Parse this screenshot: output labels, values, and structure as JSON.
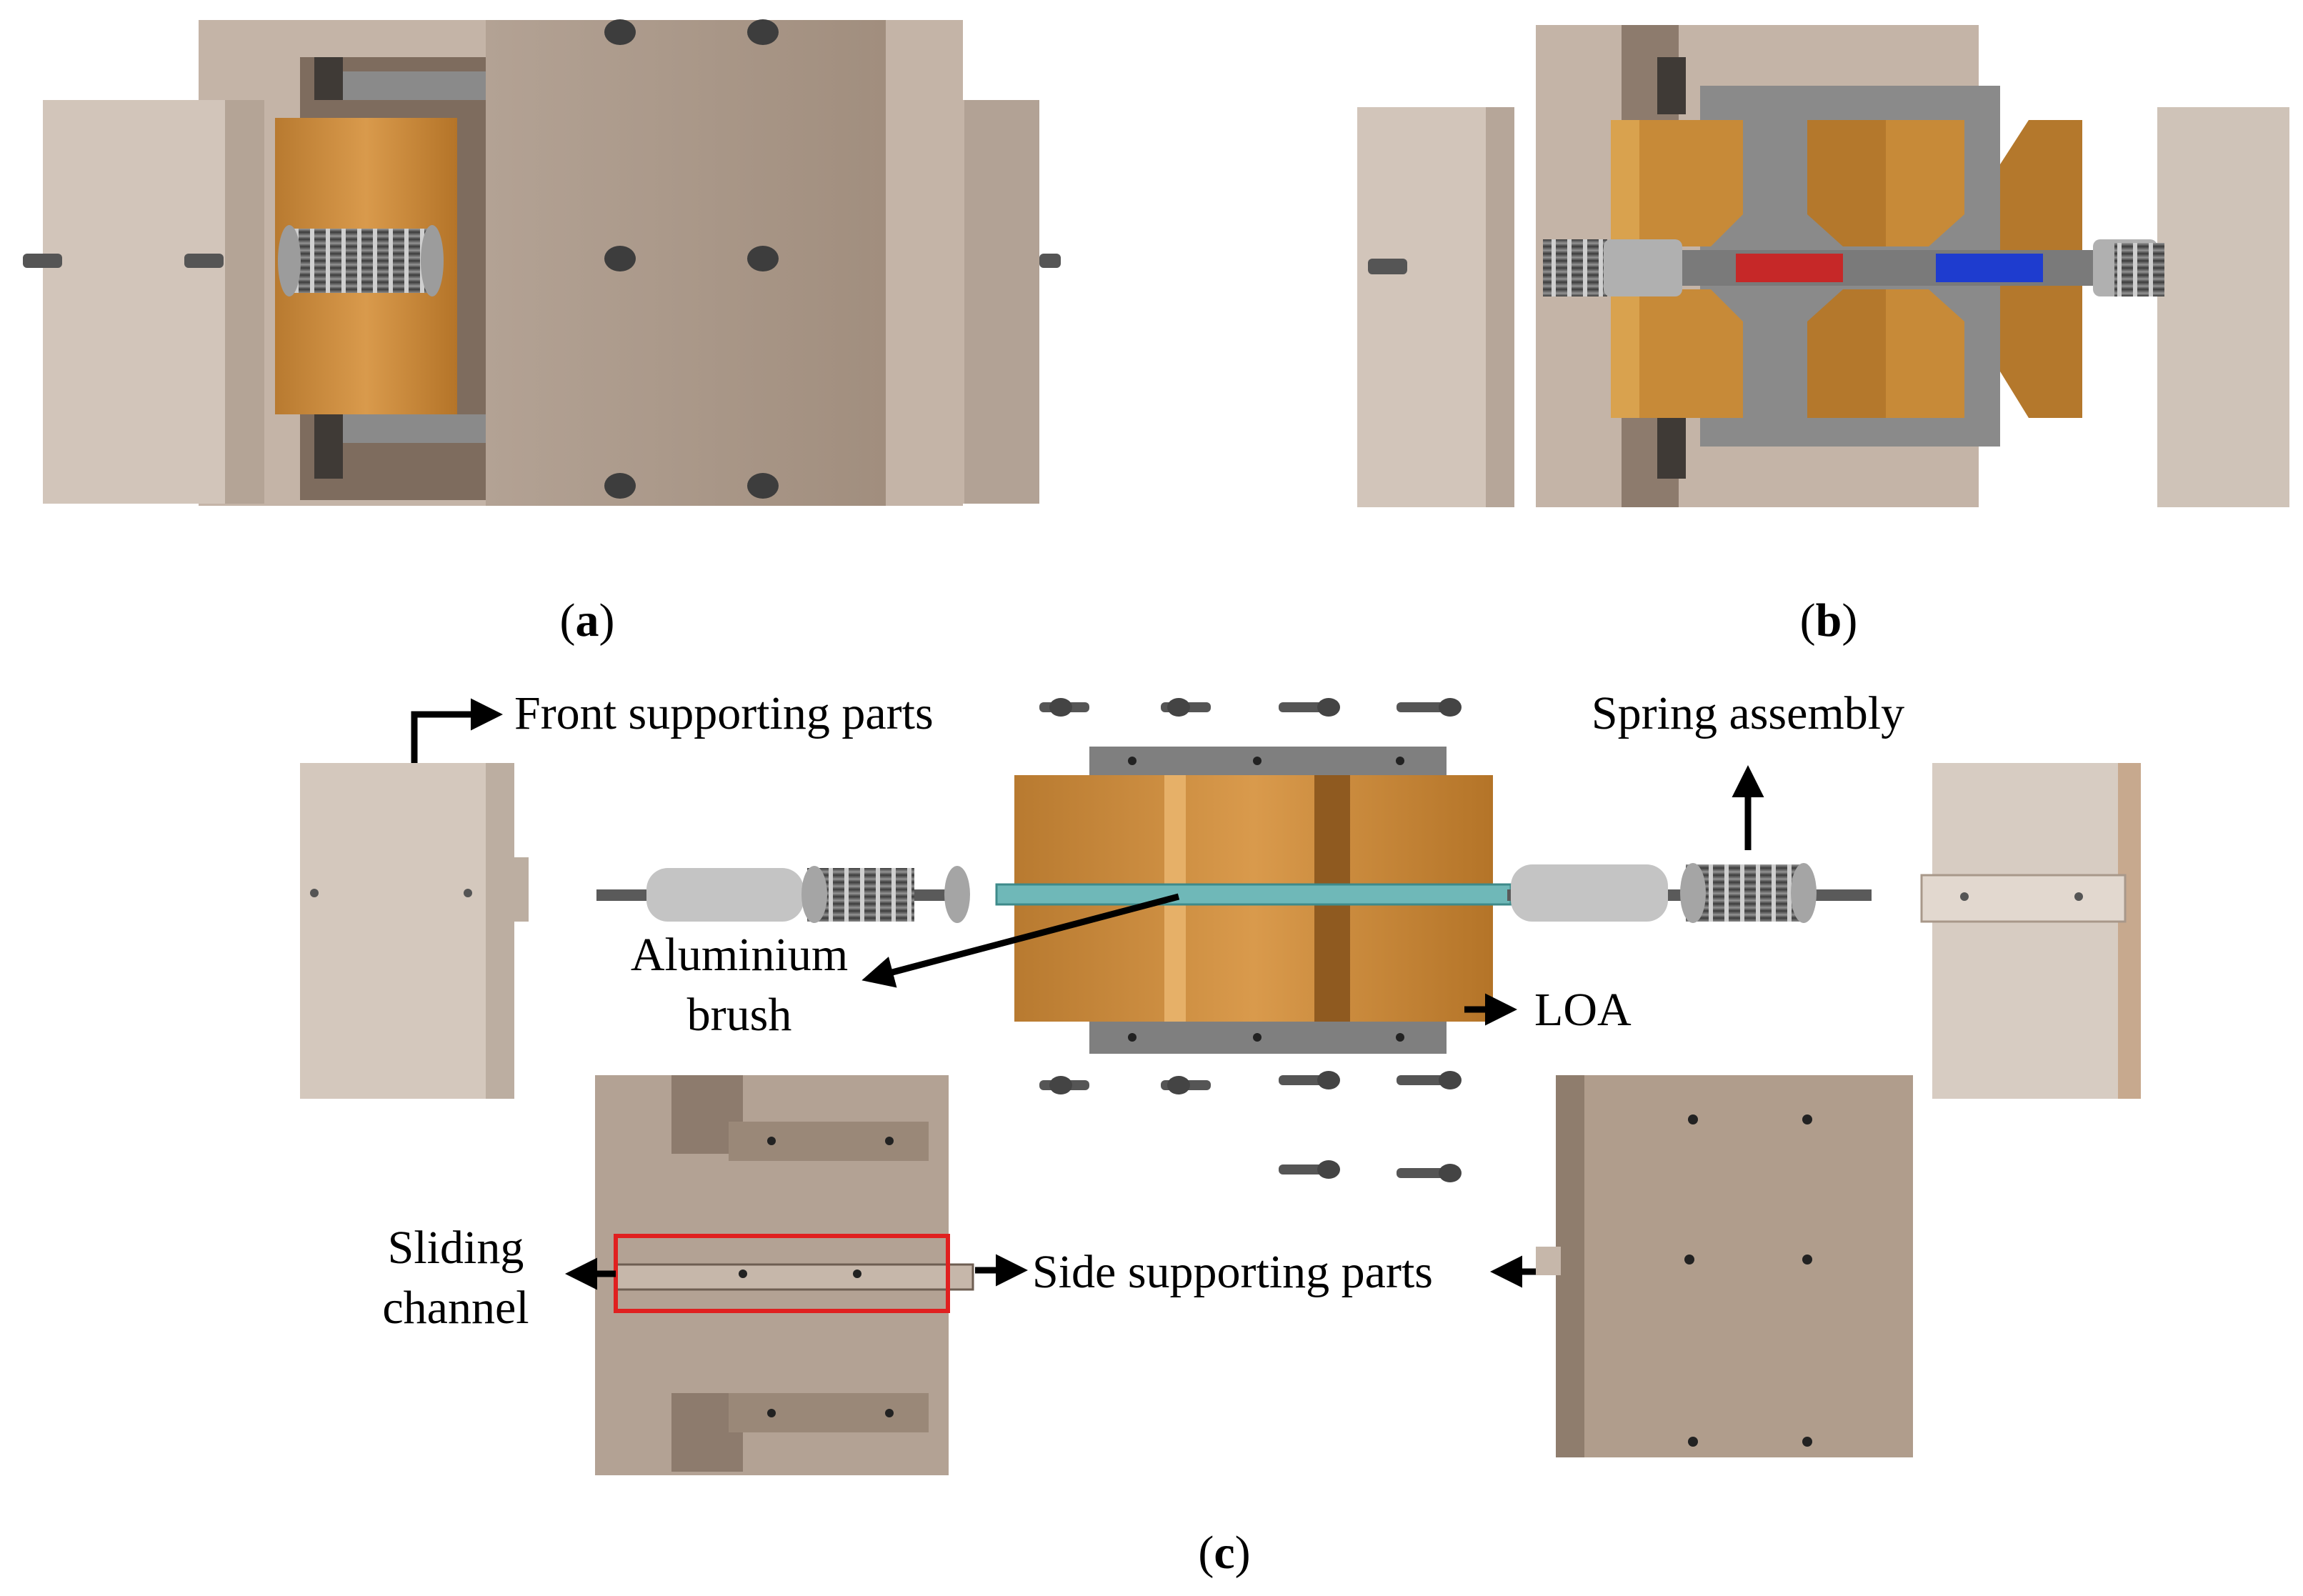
{
  "panels": {
    "a": {
      "caption": "a"
    },
    "b": {
      "caption": "b"
    },
    "c": {
      "caption": "c"
    }
  },
  "labels": {
    "front_supporting_parts": "Front supporting parts",
    "spring_assembly": "Spring assembly",
    "aluminium_brush_line1": "Aluminium",
    "aluminium_brush_line2": "brush",
    "loa": "LOA",
    "sliding_channel_line1": "Sliding",
    "sliding_channel_line2": "channel",
    "side_supporting_parts": "Side supporting parts"
  },
  "colors": {
    "plate_beige": "#c8b8ab",
    "plate_tan": "#a89484",
    "plate_dark": "#8e7c6e",
    "copper": "#c98a3c",
    "copper_dark": "#9a5e22",
    "steel": "#8c8c8c",
    "steel_dark": "#5a5a5a",
    "magnet_red": "#c62828",
    "magnet_blue": "#1e3ccf",
    "brush_teal": "#6fb8b8",
    "highlight_box": "#e02020",
    "arrow": "#000000"
  }
}
